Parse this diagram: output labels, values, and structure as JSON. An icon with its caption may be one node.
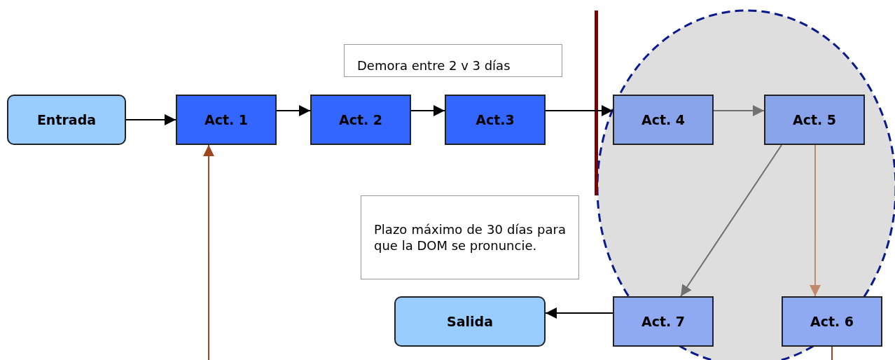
{
  "diagram": {
    "nodes": [
      {
        "text": [
          "Demora entre 2 v 3 días"
        ]
      },
      {
        "text": [
          "Entrada"
        ]
      },
      {
        "text": [
          "Act. 1"
        ]
      },
      {
        "text": [
          "Act. 2"
        ]
      },
      {
        "text": [
          "Act.3"
        ]
      },
      {
        "text": [
          "Act. 4"
        ]
      },
      {
        "text": [
          "Act. 5"
        ]
      },
      {
        "text": [
          "Plazo máximo de 30 días para que la DOM se pronuncie."
        ]
      },
      {
        "text": [
          "Salida"
        ]
      },
      {
        "text": [
          "Act. 7"
        ]
      },
      {
        "text": [
          "Act. 6"
        ]
      }
    ],
    "edges": [
      {
        "from": 1,
        "to": 2,
        "arrow": "to"
      },
      {
        "from": 2,
        "to": 3,
        "arrow": "to"
      },
      {
        "from": 3,
        "to": 4,
        "arrow": "to"
      },
      {
        "from": 4,
        "to": 5,
        "arrow": "to"
      },
      {
        "from": 5,
        "to": 6,
        "arrow": "to",
        "color": "#707070"
      },
      {
        "from": 6,
        "to": 9,
        "arrow": "to",
        "color": "#707070"
      },
      {
        "from": 6,
        "to": 10,
        "arrow": "to",
        "color": "#c0896c"
      },
      {
        "from": 9,
        "to": 8,
        "arrow": "to"
      },
      {
        "from": 10,
        "to": null,
        "arrow": "none",
        "color": "#a0461e"
      },
      {
        "from": null,
        "to": 2,
        "arrow": "to",
        "color": "#a0461e"
      }
    ]
  }
}
